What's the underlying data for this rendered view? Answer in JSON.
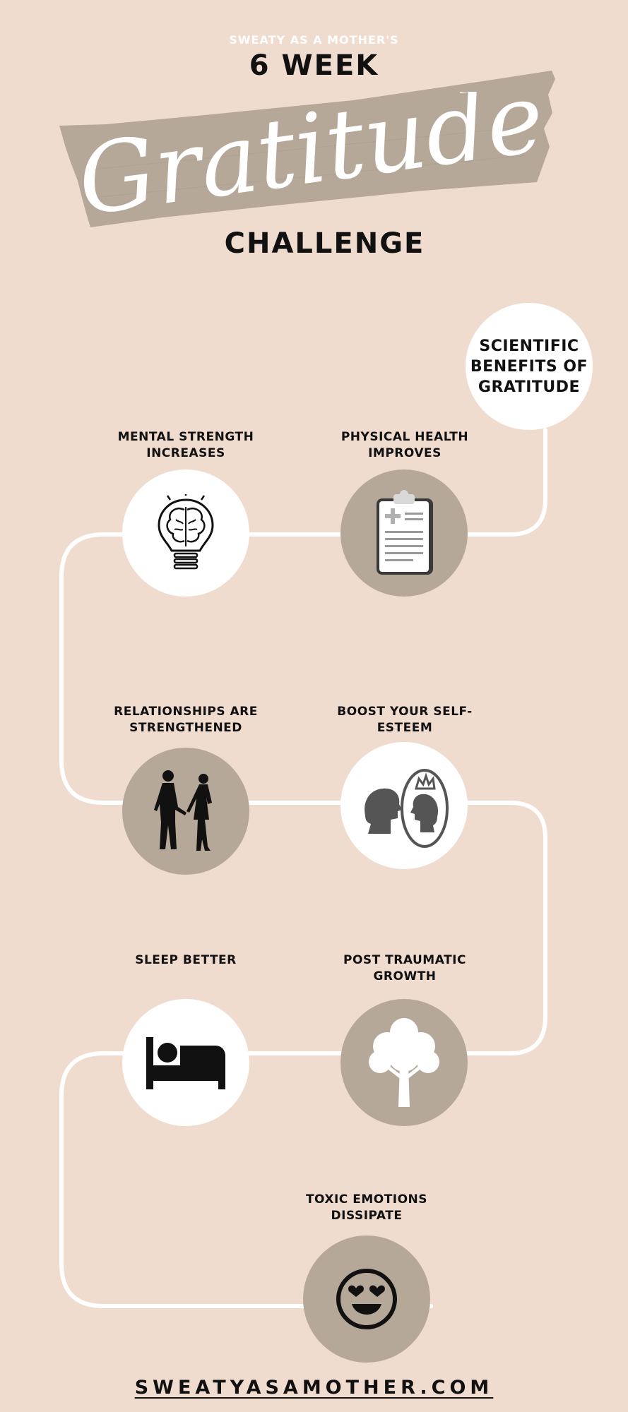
{
  "header": {
    "brand": "SWEATY AS A MOTHER'S",
    "week": "6 WEEK",
    "script_word": "Gratitude",
    "challenge": "CHALLENGE"
  },
  "hub": {
    "line1": "SCIENTIFIC",
    "line2": "BENEFITS OF",
    "line3": "GRATITUDE"
  },
  "benefits": [
    {
      "line1": "MENTAL STRENGTH",
      "line2": "INCREASES",
      "icon": "lightbulb-brain-icon"
    },
    {
      "line1": "PHYSICAL HEALTH",
      "line2": "IMPROVES",
      "icon": "medical-clipboard-icon"
    },
    {
      "line1": "RELATIONSHIPS ARE",
      "line2": "STRENGTHENED",
      "icon": "couple-holding-hands-icon"
    },
    {
      "line1": "BOOST YOUR SELF-",
      "line2": "ESTEEM",
      "icon": "mirror-crown-icon"
    },
    {
      "line1": "SLEEP BETTER",
      "line2": "",
      "icon": "bed-icon"
    },
    {
      "line1": "POST TRAUMATIC",
      "line2": "GROWTH",
      "icon": "tree-icon"
    },
    {
      "line1": "TOXIC EMOTIONS",
      "line2": "DISSIPATE",
      "icon": "heart-eyes-smiley-icon"
    }
  ],
  "footer": {
    "website": "SWEATYASAMOTHER.COM"
  },
  "colors": {
    "background": "#f0dccf",
    "taupe": "#b6a898",
    "white": "#ffffff",
    "text": "#111111"
  }
}
